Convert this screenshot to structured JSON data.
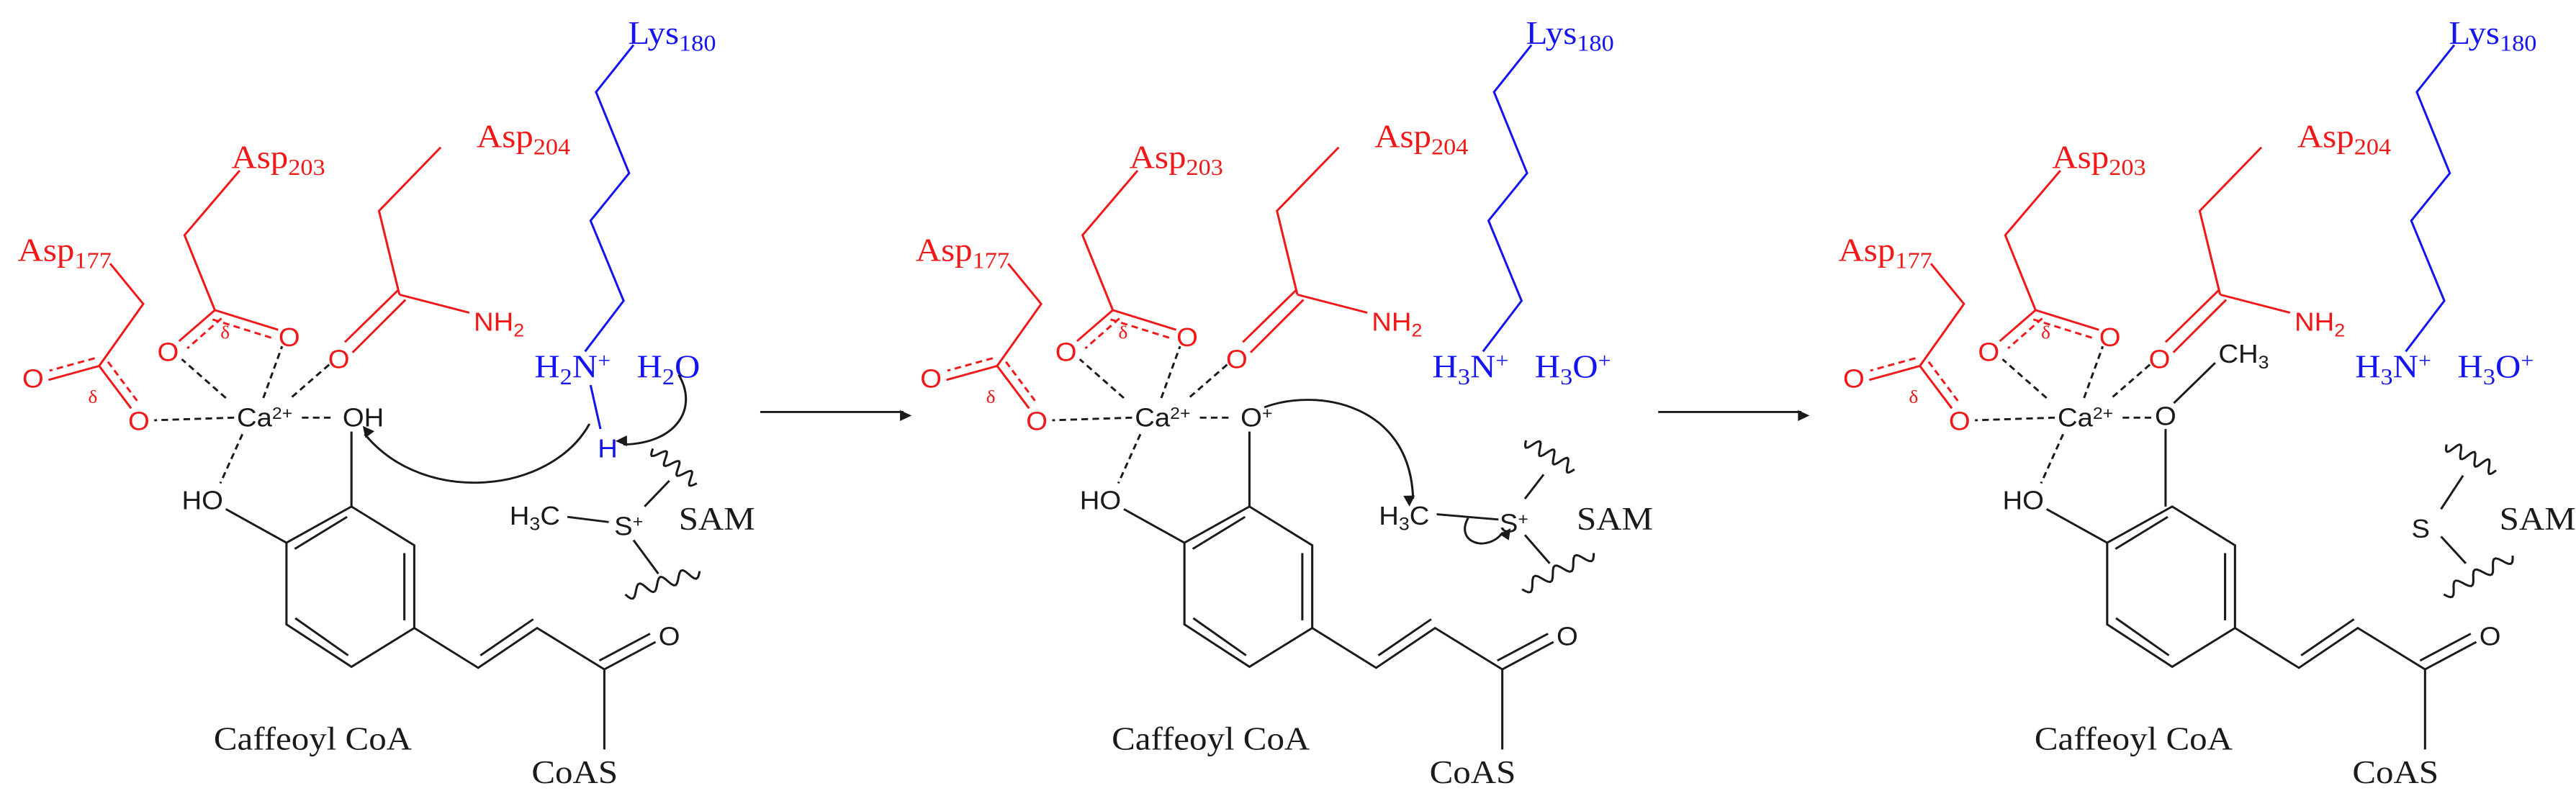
{
  "colors": {
    "residue": "#f01818",
    "lysine": "#1414f0",
    "substrate": "#1a1a1a"
  },
  "labels": {
    "asp177": {
      "base": "Asp",
      "sub": "177"
    },
    "asp203": {
      "base": "Asp",
      "sub": "203"
    },
    "asp204": {
      "base": "Asp",
      "sub": "204"
    },
    "lys180": {
      "base": "Lys",
      "sub": "180"
    },
    "nh2": {
      "base": "NH",
      "sub": "2"
    },
    "calcium": {
      "base": "Ca",
      "sup": "2+"
    },
    "oxygen": "O",
    "delta": "δ",
    "ho": "HO",
    "substrate": "Caffeoyl CoA",
    "coas": "CoAS",
    "sam": "SAM"
  },
  "panels": [
    {
      "lysine_amine": {
        "h": "H",
        "sub": "2",
        "n": "N",
        "sup": "+"
      },
      "water": {
        "h": "H",
        "sub": "2",
        "o": "O",
        "sup": ""
      },
      "phenol_o": {
        "base": "OH",
        "sup": ""
      },
      "proton": "H",
      "methyl": {
        "h": "H",
        "sub": "3",
        "c": "C"
      },
      "sulfur": {
        "base": "S",
        "sup": "+"
      }
    },
    {
      "lysine_amine": {
        "h": "H",
        "sub": "3",
        "n": "N",
        "sup": "+"
      },
      "water": {
        "h": "H",
        "sub": "3",
        "o": "O",
        "sup": "+"
      },
      "phenol_o": {
        "base": "O",
        "sup": "+"
      },
      "methyl": {
        "h": "H",
        "sub": "3",
        "c": "C"
      },
      "sulfur": {
        "base": "S",
        "sup": "+"
      }
    },
    {
      "lysine_amine": {
        "h": "H",
        "sub": "3",
        "n": "N",
        "sup": "+"
      },
      "water": {
        "h": "H",
        "sub": "3",
        "o": "O",
        "sup": "+"
      },
      "phenol_o": {
        "base": "O",
        "sup": ""
      },
      "methoxy": {
        "c": "CH",
        "sub": "3"
      },
      "sulfur": {
        "base": "S",
        "sup": ""
      }
    }
  ]
}
